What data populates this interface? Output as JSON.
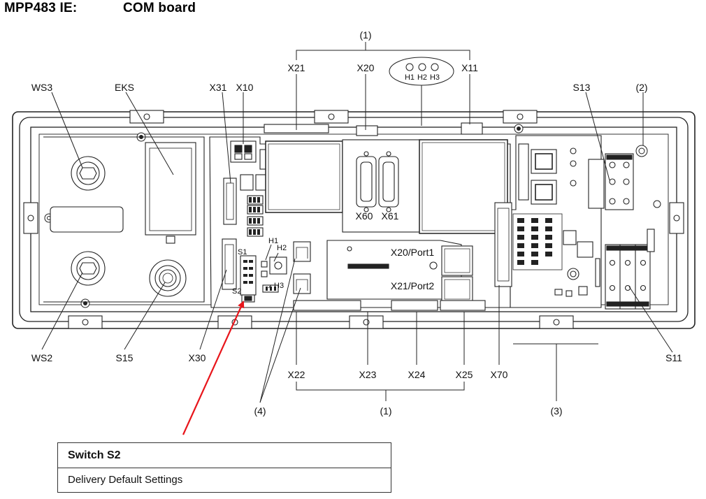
{
  "header": {
    "model": "MPP483 IE:",
    "board": "COM board"
  },
  "labels": {
    "ws3": "WS3",
    "eks": "EKS",
    "x31": "X31",
    "x10": "X10",
    "x21": "X21",
    "x20": "X20",
    "x11": "X11",
    "h1": "H1",
    "h2": "H2",
    "h3": "H3",
    "s13": "S13",
    "ref2": "(2)",
    "ref1_top": "(1)",
    "x60": "X60",
    "x61": "X61",
    "x20_port1": "X20/Port1",
    "x21_port2": "X21/Port2",
    "s1": "S1",
    "s2": "S2",
    "ws2": "WS2",
    "s15": "S15",
    "x30": "X30",
    "x22": "X22",
    "x23": "X23",
    "x24": "X24",
    "x25": "X25",
    "x70": "X70",
    "s11": "S11",
    "ref1_bottom": "(1)",
    "ref3": "(3)",
    "ref4": "(4)"
  },
  "callout": {
    "title": "Switch S2",
    "text": "Delivery Default Settings"
  },
  "colors": {
    "arrow": "#e8151b",
    "line": "#222222"
  }
}
